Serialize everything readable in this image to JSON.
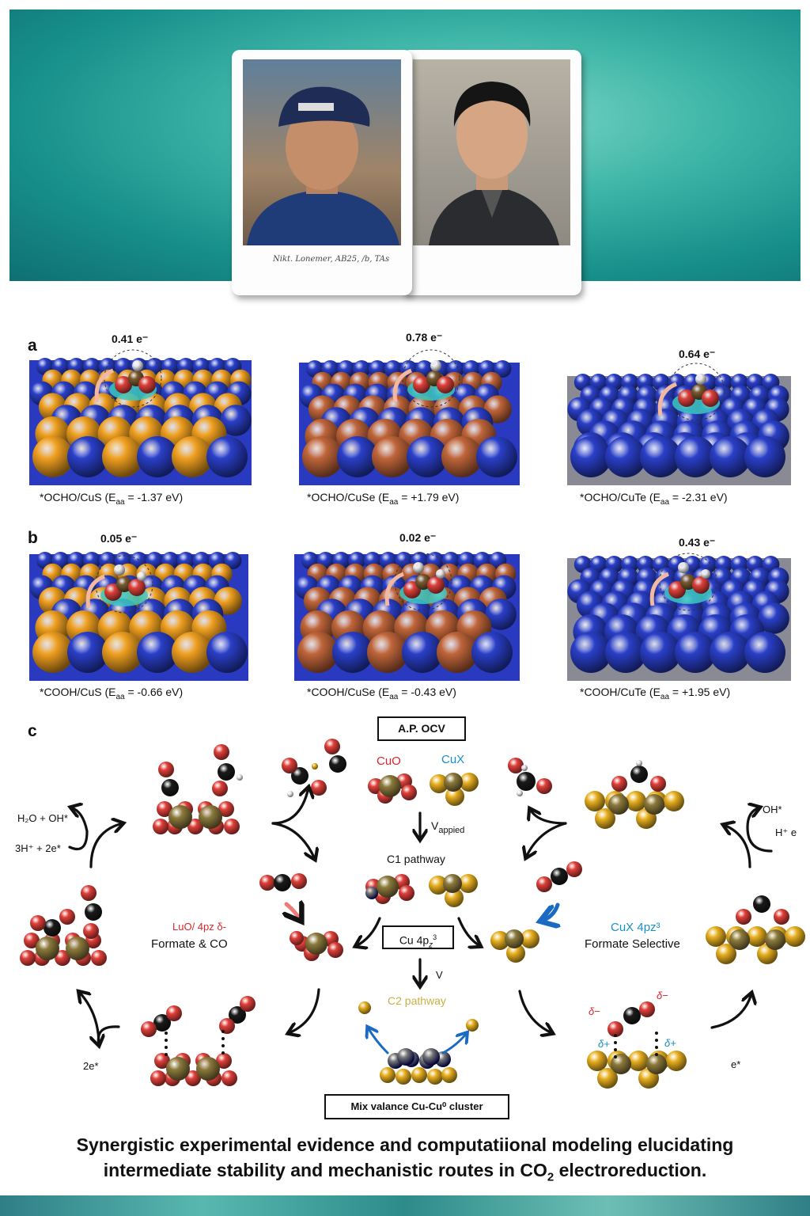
{
  "banner": {
    "photo_caption": "Nikt. Lonemer, AB25, /b, TAs"
  },
  "panel_a": {
    "label": "a",
    "items": [
      {
        "charge": "0.41 e⁻",
        "caption_pre": "*OCHO/CuS (E",
        "caption_sub": "aa",
        "caption_post": " = -1.37 eV)"
      },
      {
        "charge": "0.78 e⁻",
        "caption_pre": "*OCHO/CuSe (E",
        "caption_sub": "aa",
        "caption_post": " = +1.79 eV)"
      },
      {
        "charge": "0.64 e⁻",
        "caption_pre": "*OCHO/CuTe (E",
        "caption_sub": "aa",
        "caption_post": " = -2.31 eV)"
      }
    ]
  },
  "panel_b": {
    "label": "b",
    "items": [
      {
        "charge": "0.05 e⁻",
        "caption_pre": "*COOH/CuS (E",
        "caption_sub": "aa",
        "caption_post": " = -0.66 eV)"
      },
      {
        "charge": "0.02 e⁻",
        "caption_pre": "*COOH/CuSe (E",
        "caption_sub": "aa",
        "caption_post": " = -0.43 eV)"
      },
      {
        "charge": "0.43 e⁻",
        "caption_pre": "*COOH/CuTe (E",
        "caption_sub": "aa",
        "caption_post": " = +1.95 eV)"
      }
    ]
  },
  "panel_c": {
    "label": "c",
    "ap_ocv": "A.P. OCV",
    "cuo": "CuO",
    "cux": "CuX",
    "v_applied_main": "V",
    "v_applied_sub": "appied",
    "c1_pathway": "C1 pathway",
    "cu4p_main": "Cu 4p",
    "cu4p_sub": "z",
    "cu4p_sup": "3",
    "v2": "V",
    "c2_pathway": "C2 pathway",
    "mix_cluster": "Mix valance Cu-Cu⁰ cluster",
    "left_cycle_top": "H₂O + OH*",
    "left_cycle_bottom": "3H⁺ + 2e*",
    "left_electrons": "2e*",
    "cuo_state": "LuO/ 4pz δ-",
    "cuo_products": "Formate & CO",
    "cux_state": "CuX 4pz³",
    "cux_products": "Formate Selective",
    "right_cycle_top": "OH*",
    "right_cycle_bottom": "H⁺ e",
    "right_electrons": "e*",
    "delta_minus": "δ−",
    "delta_plus": "δ+"
  },
  "title": {
    "line1": "Synergistic experimental evidence and computatiional modeling elucidating",
    "line2_pre": "intermediate stability and mechanistic routes in CO",
    "line2_sub": "2",
    "line2_post": " electroreduction."
  },
  "colors": {
    "oxygen": "#e0403a",
    "carbon": "#1a1a1a",
    "chalcogen": "#e8b020",
    "copper_core": "#8c7a3c",
    "hydrogen": "#eeeeee",
    "cux_blue": "#1a8fc4",
    "cuo_red": "#d8262c",
    "c2_gold": "#c9b040"
  }
}
